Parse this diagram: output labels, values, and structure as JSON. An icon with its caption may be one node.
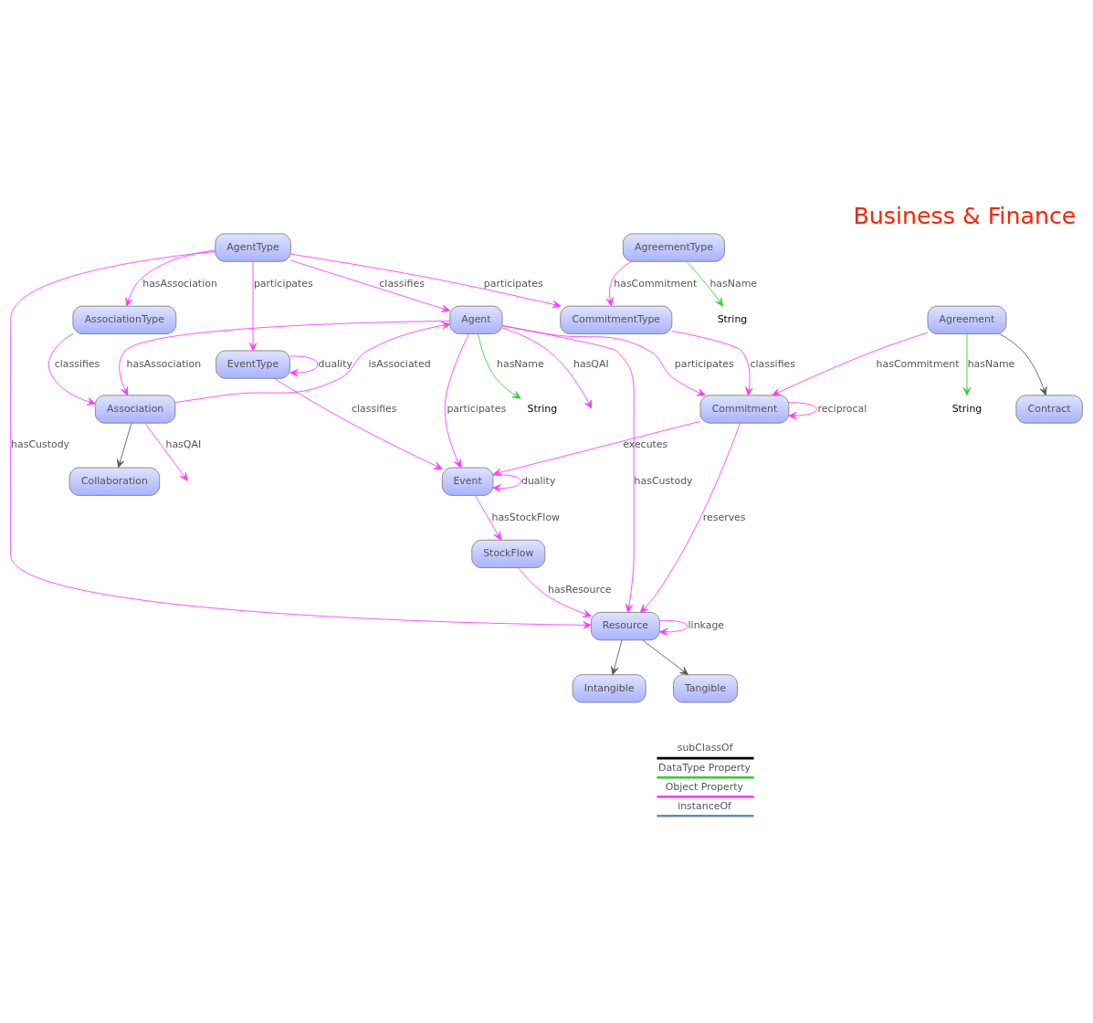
{
  "diagram": {
    "title": "Business & Finance",
    "nodes": [
      {
        "text": [
          "Agent"
        ]
      },
      {
        "text": [
          "Contract"
        ]
      },
      {
        "text": [
          "Agreement"
        ]
      },
      {
        "text": [
          "Commitment"
        ]
      },
      {
        "text": [
          "Association"
        ]
      },
      {
        "text": [
          "AgreementType"
        ]
      },
      {
        "text": [
          "Collaboration"
        ]
      },
      {
        "text": [
          "CommitmentType"
        ]
      },
      {
        "text": [
          "AgentType"
        ]
      },
      {
        "text": [
          "Event"
        ]
      },
      {
        "text": [
          "EventType"
        ]
      },
      {
        "text": [
          "StockFlow"
        ]
      },
      {
        "text": [
          "AssociationType"
        ]
      },
      {
        "text": [
          "Resource"
        ]
      },
      {
        "text": [
          "Intangible"
        ]
      },
      {
        "text": [
          "Tangible"
        ]
      },
      {
        "text": [
          "String"
        ]
      },
      {
        "text": [
          "String"
        ]
      },
      {
        "text": [
          "String"
        ]
      }
    ],
    "edges": [
      {
        "from": 0,
        "to": 16,
        "arrow": "to",
        "label": "hasName",
        "color": "#33cc33"
      },
      {
        "from": 0,
        "to": null,
        "arrow": "to",
        "label": "hasQAI"
      },
      {
        "from": 0,
        "to": 3,
        "arrow": "to",
        "label": "participates"
      },
      {
        "from": 4,
        "to": 0,
        "arrow": "to",
        "label": "isAssociated"
      },
      {
        "from": 0,
        "to": 4,
        "arrow": "to",
        "label": "hasAssociation"
      },
      {
        "from": 4,
        "to": null,
        "arrow": "to",
        "label": "hasQAI"
      },
      {
        "from": 8,
        "to": 0,
        "arrow": "to",
        "label": "classifies"
      },
      {
        "from": 12,
        "to": 4,
        "arrow": "to",
        "label": "classifies"
      },
      {
        "from": 4,
        "to": 6,
        "arrow": "to",
        "color": "#555555"
      },
      {
        "from": 8,
        "to": 7,
        "arrow": "to",
        "label": "participates"
      },
      {
        "from": 0,
        "to": 9,
        "arrow": "to",
        "label": "participates"
      },
      {
        "from": 0,
        "to": 13,
        "arrow": "to",
        "label": "hasCustody"
      },
      {
        "from": 8,
        "to": 12,
        "arrow": "to",
        "label": "hasAssociation"
      },
      {
        "from": 8,
        "to": 10,
        "arrow": "to",
        "label": "participates"
      },
      {
        "from": 8,
        "to": 13,
        "arrow": "to",
        "label": "hasCustody"
      },
      {
        "from": 2,
        "to": 1,
        "arrow": "to",
        "color": "#555555"
      },
      {
        "from": 2,
        "to": 17,
        "arrow": "to",
        "label": "hasName",
        "color": "#33cc33"
      },
      {
        "from": 2,
        "to": 3,
        "arrow": "to",
        "label": "hasCommitment"
      },
      {
        "from": 3,
        "to": 3,
        "arrow": "to",
        "label": "reciprocal"
      },
      {
        "from": 3,
        "to": 13,
        "arrow": "to",
        "label": "reserves"
      },
      {
        "from": 3,
        "to": 9,
        "arrow": "to",
        "label": "executes"
      },
      {
        "from": 7,
        "to": 3,
        "arrow": "to",
        "label": "classifies"
      },
      {
        "from": 5,
        "to": 18,
        "arrow": "to",
        "label": "hasName",
        "color": "#33cc33"
      },
      {
        "from": 5,
        "to": 7,
        "arrow": "to",
        "label": "hasCommitment"
      },
      {
        "from": 10,
        "to": 9,
        "arrow": "to",
        "label": "classifies"
      },
      {
        "from": 9,
        "to": 9,
        "arrow": "to",
        "label": "duality"
      },
      {
        "from": 10,
        "to": 10,
        "arrow": "to",
        "label": "duality"
      },
      {
        "from": 9,
        "to": 11,
        "arrow": "to",
        "label": "hasStockFlow"
      },
      {
        "from": 11,
        "to": 13,
        "arrow": "to",
        "label": "hasResource"
      },
      {
        "from": 13,
        "to": 13,
        "arrow": "to",
        "label": "linkage"
      },
      {
        "from": 13,
        "to": 14,
        "arrow": "to",
        "color": "#555555"
      },
      {
        "from": 13,
        "to": 15,
        "arrow": "to",
        "color": "#555555"
      }
    ],
    "legend": [
      {
        "text": "subClassOf"
      },
      {
        "text": "DataType Property"
      },
      {
        "text": "Object Property"
      },
      {
        "text": "instanceOf"
      }
    ]
  }
}
